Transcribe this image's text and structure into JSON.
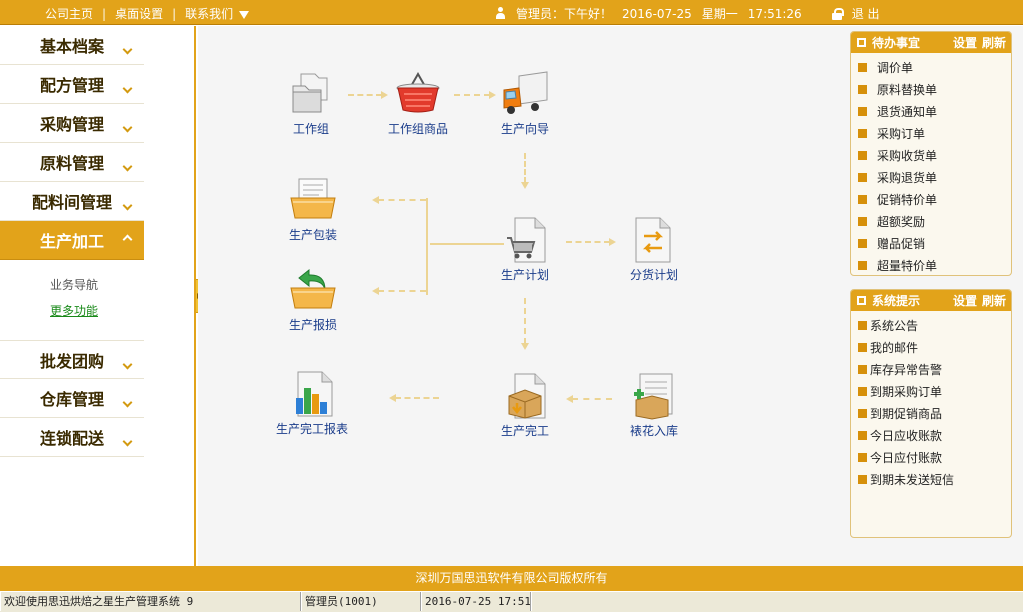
{
  "topbar": {
    "links": [
      "公司主页",
      "桌面设置",
      "联系我们"
    ],
    "user_role": "管理员：",
    "greeting": "下午好！",
    "date": "2016-07-25",
    "weekday": "星期一",
    "time": "17:51:26",
    "logout": "退 出"
  },
  "sidebar": {
    "items_top": [
      "基本档案",
      "配方管理",
      "采购管理",
      "原料管理",
      "配料间管理"
    ],
    "active": "生产加工",
    "sub": [
      "业务导航",
      "更多功能"
    ],
    "items_bottom": [
      "批发团购",
      "仓库管理",
      "连锁配送"
    ]
  },
  "flow": {
    "work_group": "工作组",
    "work_group_goods": "工作组商品",
    "production_wizard": "生产向导",
    "production_packaging": "生产包装",
    "production_plan": "生产计划",
    "distribution_plan": "分货计划",
    "production_loss": "生产报损",
    "completion_report": "生产完工报表",
    "production_complete": "生产完工",
    "decoration_inbound": "裱花入库"
  },
  "todo_panel": {
    "title": "待办事宜",
    "settings": "设置",
    "refresh": "刷新",
    "items": [
      "调价单",
      "原料替换单",
      "退货通知单",
      "采购订单",
      "采购收货单",
      "采购退货单",
      "促销特价单",
      "超额奖励",
      "赠品促销",
      "超量特价单"
    ]
  },
  "notice_panel": {
    "title": "系统提示",
    "settings": "设置",
    "refresh": "刷新",
    "items": [
      "系统公告",
      "我的邮件",
      "库存异常告警",
      "到期采购订单",
      "到期促销商品",
      "今日应收账款",
      "今日应付账款",
      "到期未发送短信"
    ]
  },
  "footer": {
    "copyright": "深圳万国思迅软件有限公司版权所有"
  },
  "statusbar": {
    "welcome": "欢迎使用思迅烘焙之星生产管理系统 9",
    "user": "管理员(1001)",
    "datetime": "2016-07-25 17:51"
  },
  "colors": {
    "accent": "#e2a31a",
    "link": "#1a3c8a",
    "arrow": "#ecd493"
  }
}
